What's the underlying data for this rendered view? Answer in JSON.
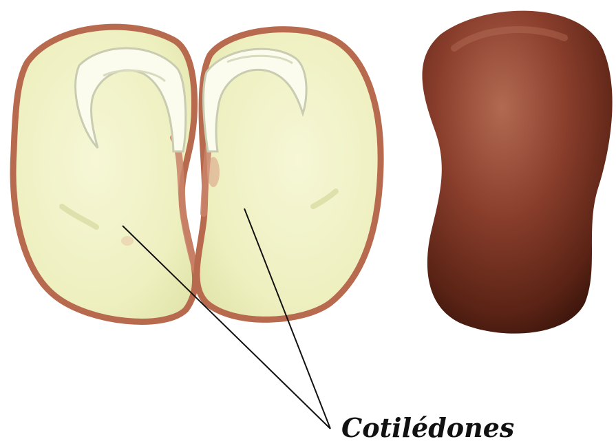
{
  "labels": {
    "cotiledones": "Cotilédones"
  },
  "colors": {
    "background": "#ffffff",
    "cotyledon_fill": "#f2f3c8",
    "cotyledon_shade": "#dfe2a8",
    "seed_coat_edge": "#b86a4f",
    "embryo": "#fbfbee",
    "embryo_shadow": "#c9ccb0",
    "bean_dark": "#4a1c10",
    "bean_mid": "#8a3e2c",
    "bean_light": "#a9604a",
    "pointer_line": "#111111"
  },
  "icons": {
    "left_half": "open-bean-left-cotyledon",
    "right_half": "open-bean-right-cotyledon",
    "whole_seed": "whole-bean-seed"
  }
}
